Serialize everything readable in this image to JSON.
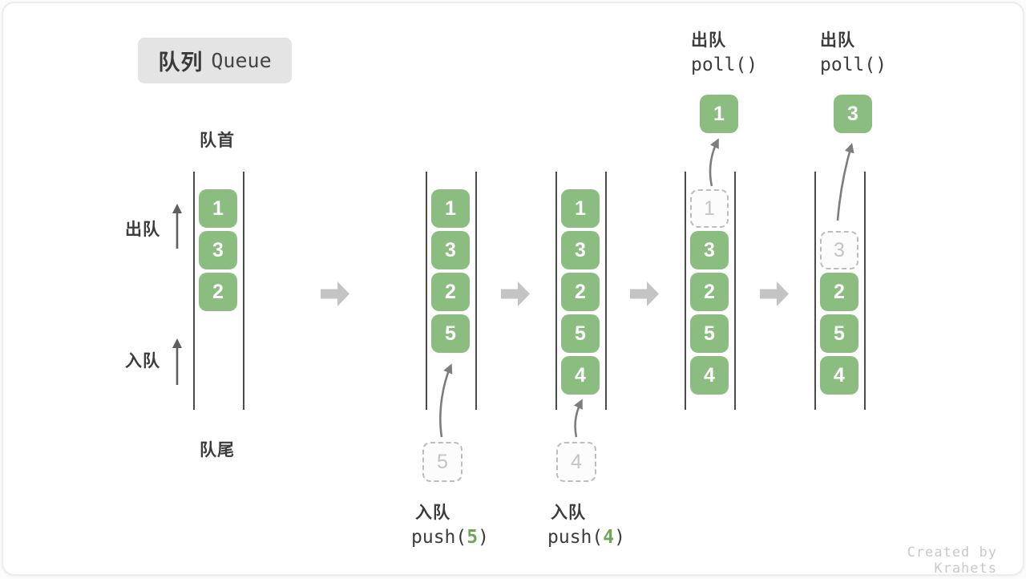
{
  "title": {
    "zh": "队列",
    "en": "Queue"
  },
  "side": {
    "front": "队首",
    "rear": "队尾",
    "dequeue": "出队",
    "enqueue": "入队"
  },
  "queues": {
    "q1": {
      "cells": [
        "1",
        "3",
        "2"
      ]
    },
    "q2": {
      "cells": [
        "1",
        "3",
        "2",
        "5"
      ],
      "incoming": "5"
    },
    "q3": {
      "cells": [
        "1",
        "3",
        "2",
        "5",
        "4"
      ],
      "incoming": "4"
    },
    "q4": {
      "removed": "1",
      "cells": [
        "3",
        "2",
        "5",
        "4"
      ],
      "out": "1"
    },
    "q5": {
      "removed": "3",
      "cells": [
        "2",
        "5",
        "4"
      ],
      "out": "3"
    }
  },
  "ops": {
    "push5": {
      "label": "入队",
      "fn_open": "push(",
      "arg": "5",
      "fn_close": ")"
    },
    "push4": {
      "label": "入队",
      "fn_open": "push(",
      "arg": "4",
      "fn_close": ")"
    },
    "poll1": {
      "label": "出队",
      "fn": "poll()"
    },
    "poll2": {
      "label": "出队",
      "fn": "poll()"
    }
  },
  "watermark": "Created by Krahets",
  "colors": {
    "cell_green": "#8cbd80",
    "code_green": "#71a65a",
    "flow_arrow_gray": "#c4c4c4",
    "wall_gray": "#4b4b4b",
    "badge_gray": "#e4e4e4"
  }
}
